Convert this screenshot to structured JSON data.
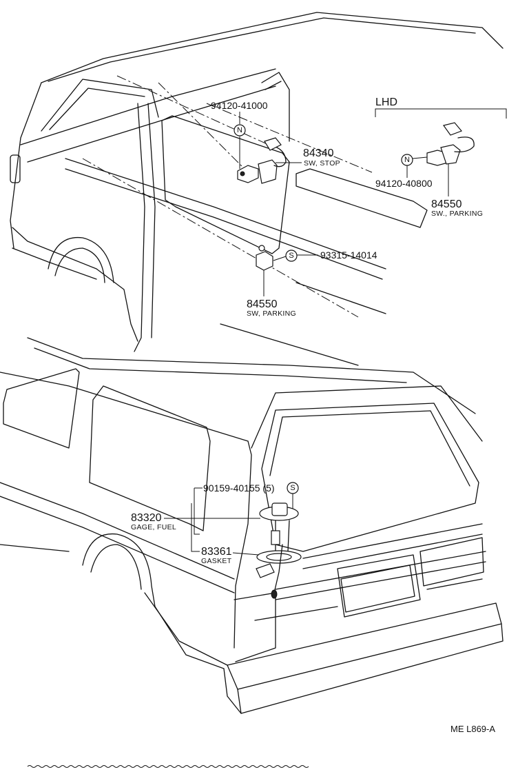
{
  "diagram": {
    "section_label": "LHD",
    "drawing_ref": "ME  L869-A",
    "callouts": [
      {
        "id": "c1",
        "part_no": "94120-41000"
      },
      {
        "id": "c2",
        "part_no": "84340",
        "desc": "SW, STOP"
      },
      {
        "id": "c3",
        "part_no": "93315-14014"
      },
      {
        "id": "c4",
        "part_no": "84550",
        "desc": "SW, PARKING"
      },
      {
        "id": "c5",
        "part_no": "94120-40800"
      },
      {
        "id": "c6",
        "part_no": "84550",
        "desc": "SW., PARKING"
      },
      {
        "id": "c7",
        "part_no": "90159-40155 (5)"
      },
      {
        "id": "c8",
        "part_no": "83320",
        "desc": "GAGE, FUEL"
      },
      {
        "id": "c9",
        "part_no": "83361",
        "desc": "GASKET"
      }
    ],
    "symbols": {
      "nut": "N",
      "screw": "S"
    }
  }
}
